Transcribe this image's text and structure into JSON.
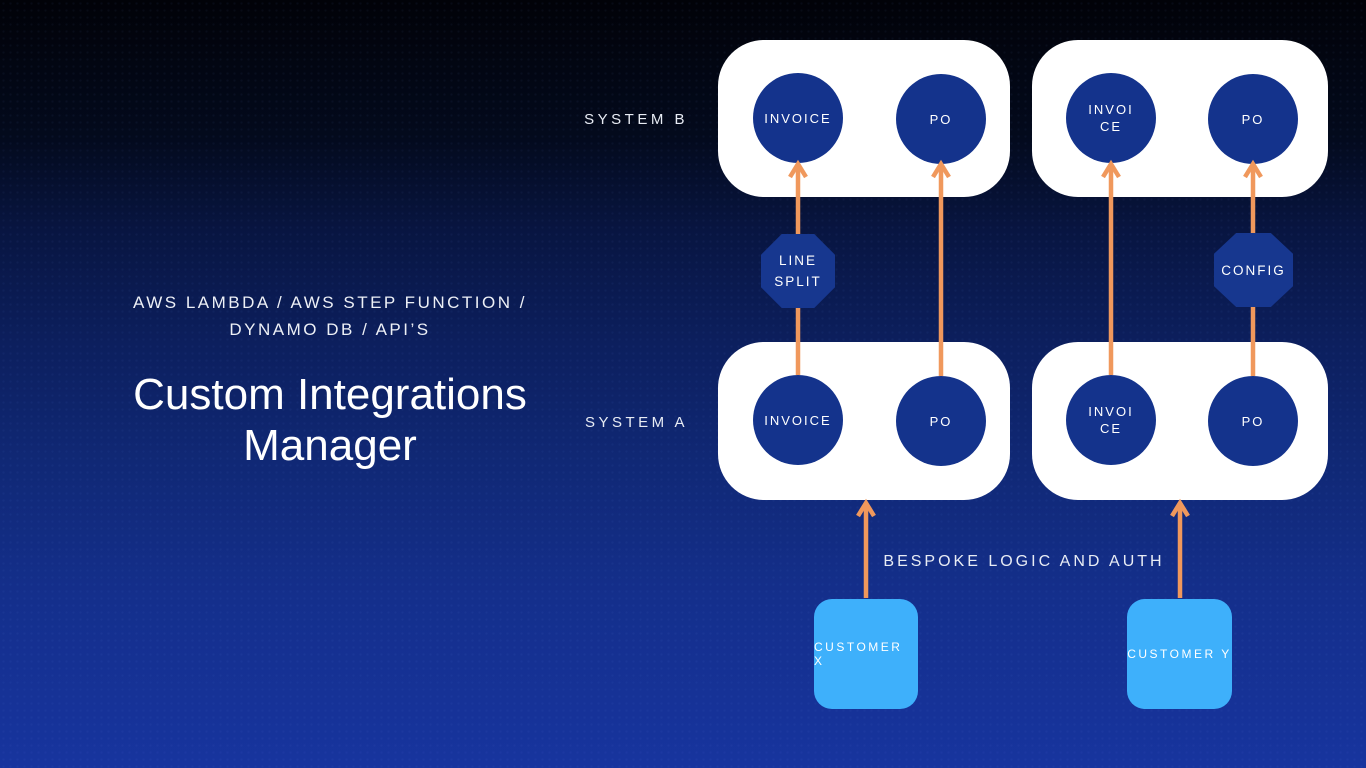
{
  "colors": {
    "background_top": "#010208",
    "background_bottom": "#17349E",
    "system_box": "#FFFFFF",
    "node_circle": "#14338C",
    "badge": "#17378F",
    "arrow": "#F0985C",
    "customer_box": "#3EB0FB",
    "text_light": "#E8ECF4"
  },
  "left_panel": {
    "stack_line1": "AWS LAMBDA / AWS STEP FUNCTION /",
    "stack_line2": "DYNAMO DB / API’S",
    "title_line1": "Custom Integrations",
    "title_line2": "Manager"
  },
  "diagram": {
    "row_labels": {
      "system_b": "SYSTEM B",
      "system_a": "SYSTEM A"
    },
    "system_b": {
      "box1": {
        "invoice": "INVOICE",
        "po": "PO"
      },
      "box2": {
        "invoice": "INVOI\nCE",
        "po": "PO"
      }
    },
    "system_a": {
      "box1": {
        "invoice": "INVOICE",
        "po": "PO"
      },
      "box2": {
        "invoice": "INVOI\nCE",
        "po": "PO"
      }
    },
    "badges": {
      "line_split": "LINE\nSPLIT",
      "config": "CONFIG"
    },
    "annotation": "BESPOKE LOGIC AND AUTH",
    "customers": {
      "x": "CUSTOMER X",
      "y": "CUSTOMER Y"
    }
  }
}
